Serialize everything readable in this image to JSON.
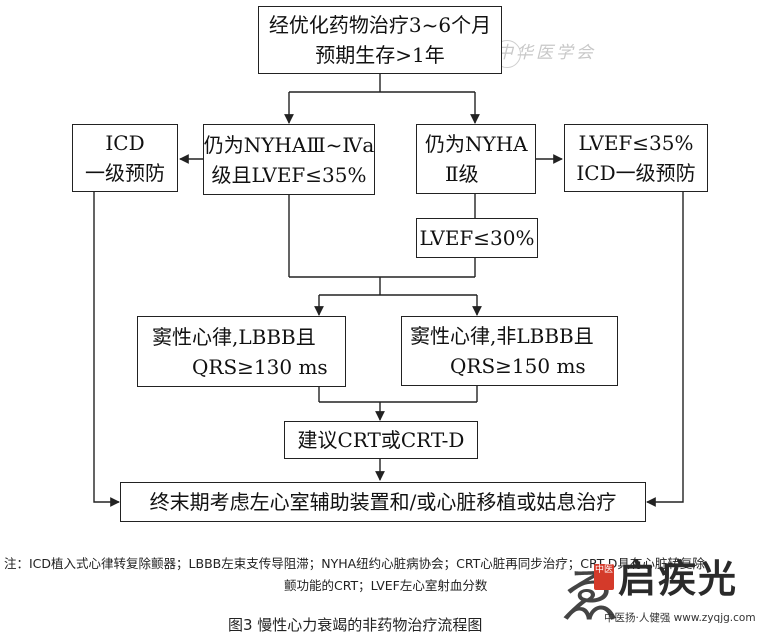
{
  "diagram": {
    "nodes": {
      "start": [
        "经优化药物治疗3~6个月",
        "预期生存>1年"
      ],
      "icd_left": [
        "ICD",
        "一级预防"
      ],
      "nyha34": [
        "仍为NYHAⅢ~Ⅳa",
        "级且LVEF≤35%"
      ],
      "nyha2": [
        "仍为NYHA",
        "Ⅱ级"
      ],
      "icd_right": [
        "LVEF≤35%",
        "ICD一级预防"
      ],
      "lvef30": [
        "LVEF≤30%"
      ],
      "sinus_lbbb": [
        "窦性心律,LBBB且",
        "QRS≥130 ms"
      ],
      "sinus_non_lbbb": [
        "窦性心律,非LBBB且",
        "QRS≥150 ms"
      ],
      "crt": [
        "建议CRT或CRT-D"
      ],
      "end": [
        "终末期考虑左心室辅助装置和/或心脏移植或姑息治疗"
      ]
    }
  },
  "note": {
    "line1": "注：ICD植入式心律转复除颤器；LBBB左束支传导阻滞；NYHA纽约心脏病协会；CRT心脏再同步治疗；CRT-D具有心脏转复除",
    "line2": "颤功能的CRT；LVEF左心室射血分数"
  },
  "caption": "图3 慢性心力衰竭的非药物治疗流程图",
  "watermark": {
    "top": "中华医学会",
    "brand": "启疾光",
    "badge": "中医",
    "slogan": "中医扬·人健强 www.zyqjg.com"
  },
  "colors": {
    "line": "#222222",
    "badge": "#d43a2a"
  }
}
